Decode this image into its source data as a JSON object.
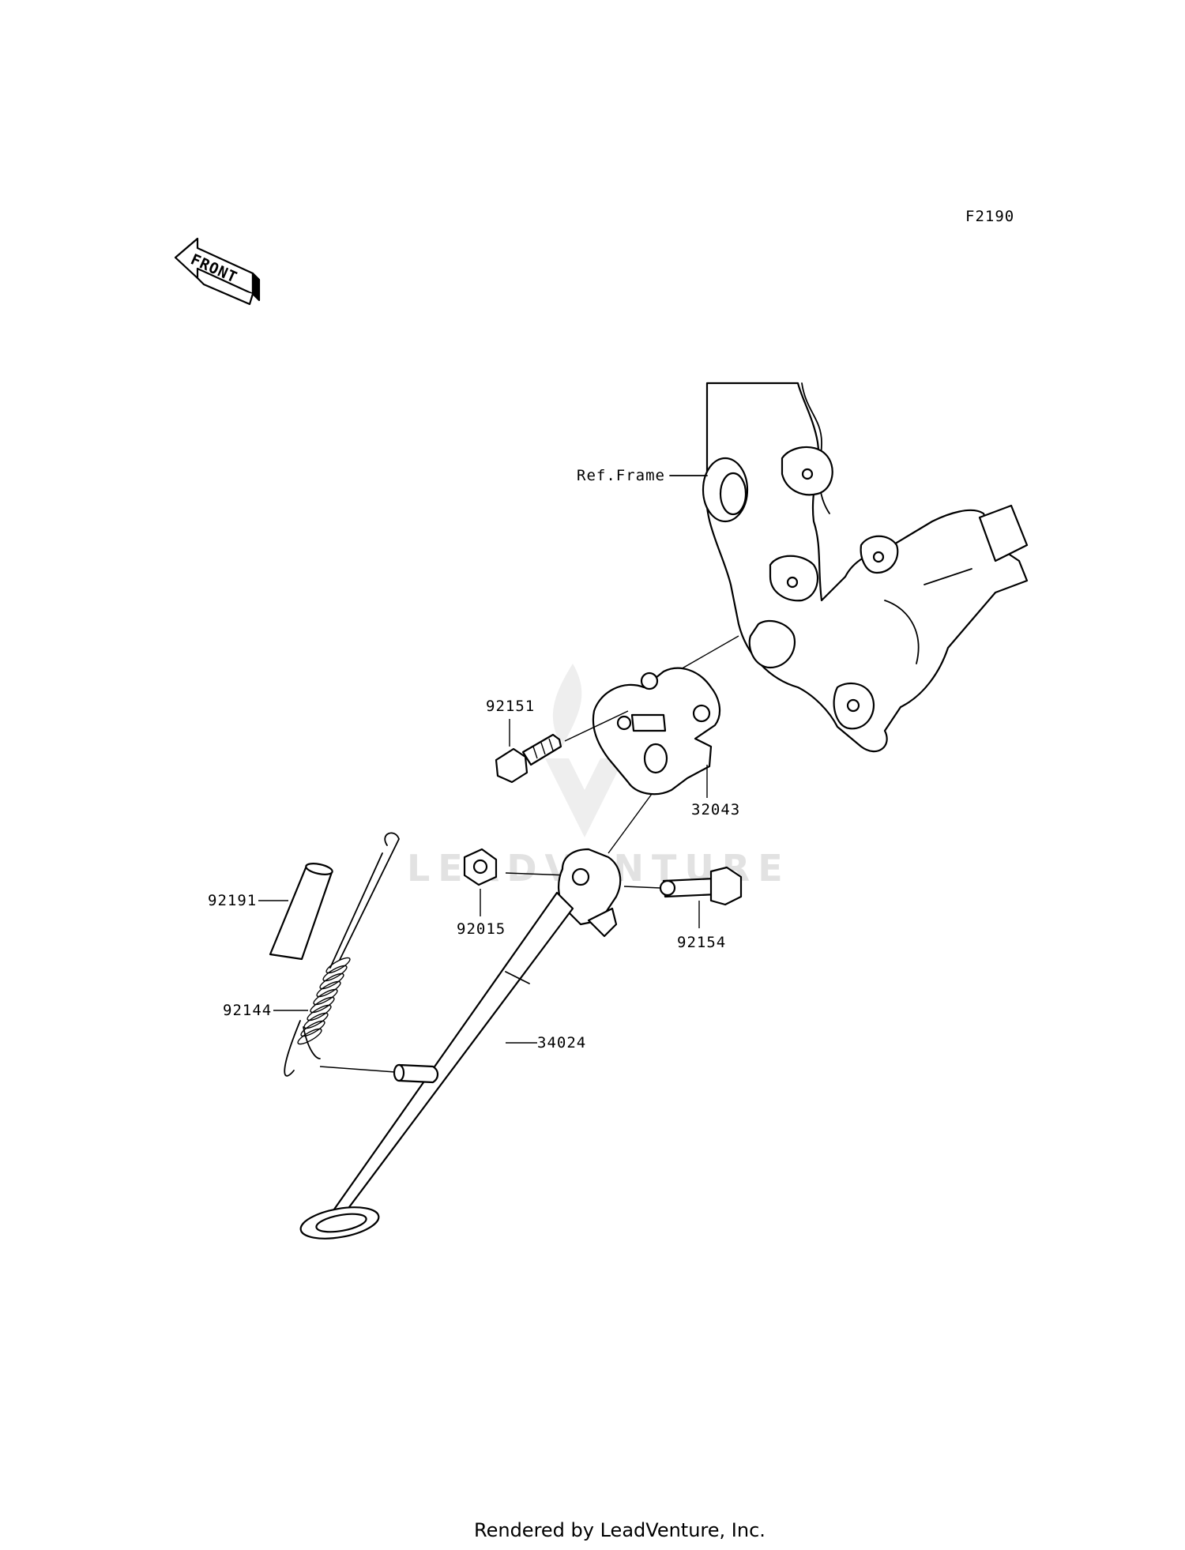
{
  "diagram_code": "F2190",
  "front_arrow_label": "FRONT",
  "ref_frame_label": "Ref.Frame",
  "watermark_text": "LEADVENTURE",
  "footer_text": "Rendered by LeadVenture, Inc.",
  "parts": [
    {
      "number": "92151",
      "name_key": "bolt"
    },
    {
      "number": "32043",
      "name_key": "bracket"
    },
    {
      "number": "92015",
      "name_key": "nut"
    },
    {
      "number": "92154",
      "name_key": "bolt-pivot"
    },
    {
      "number": "92191",
      "name_key": "tube"
    },
    {
      "number": "92144",
      "name_key": "spring"
    },
    {
      "number": "34024",
      "name_key": "side-stand"
    }
  ]
}
